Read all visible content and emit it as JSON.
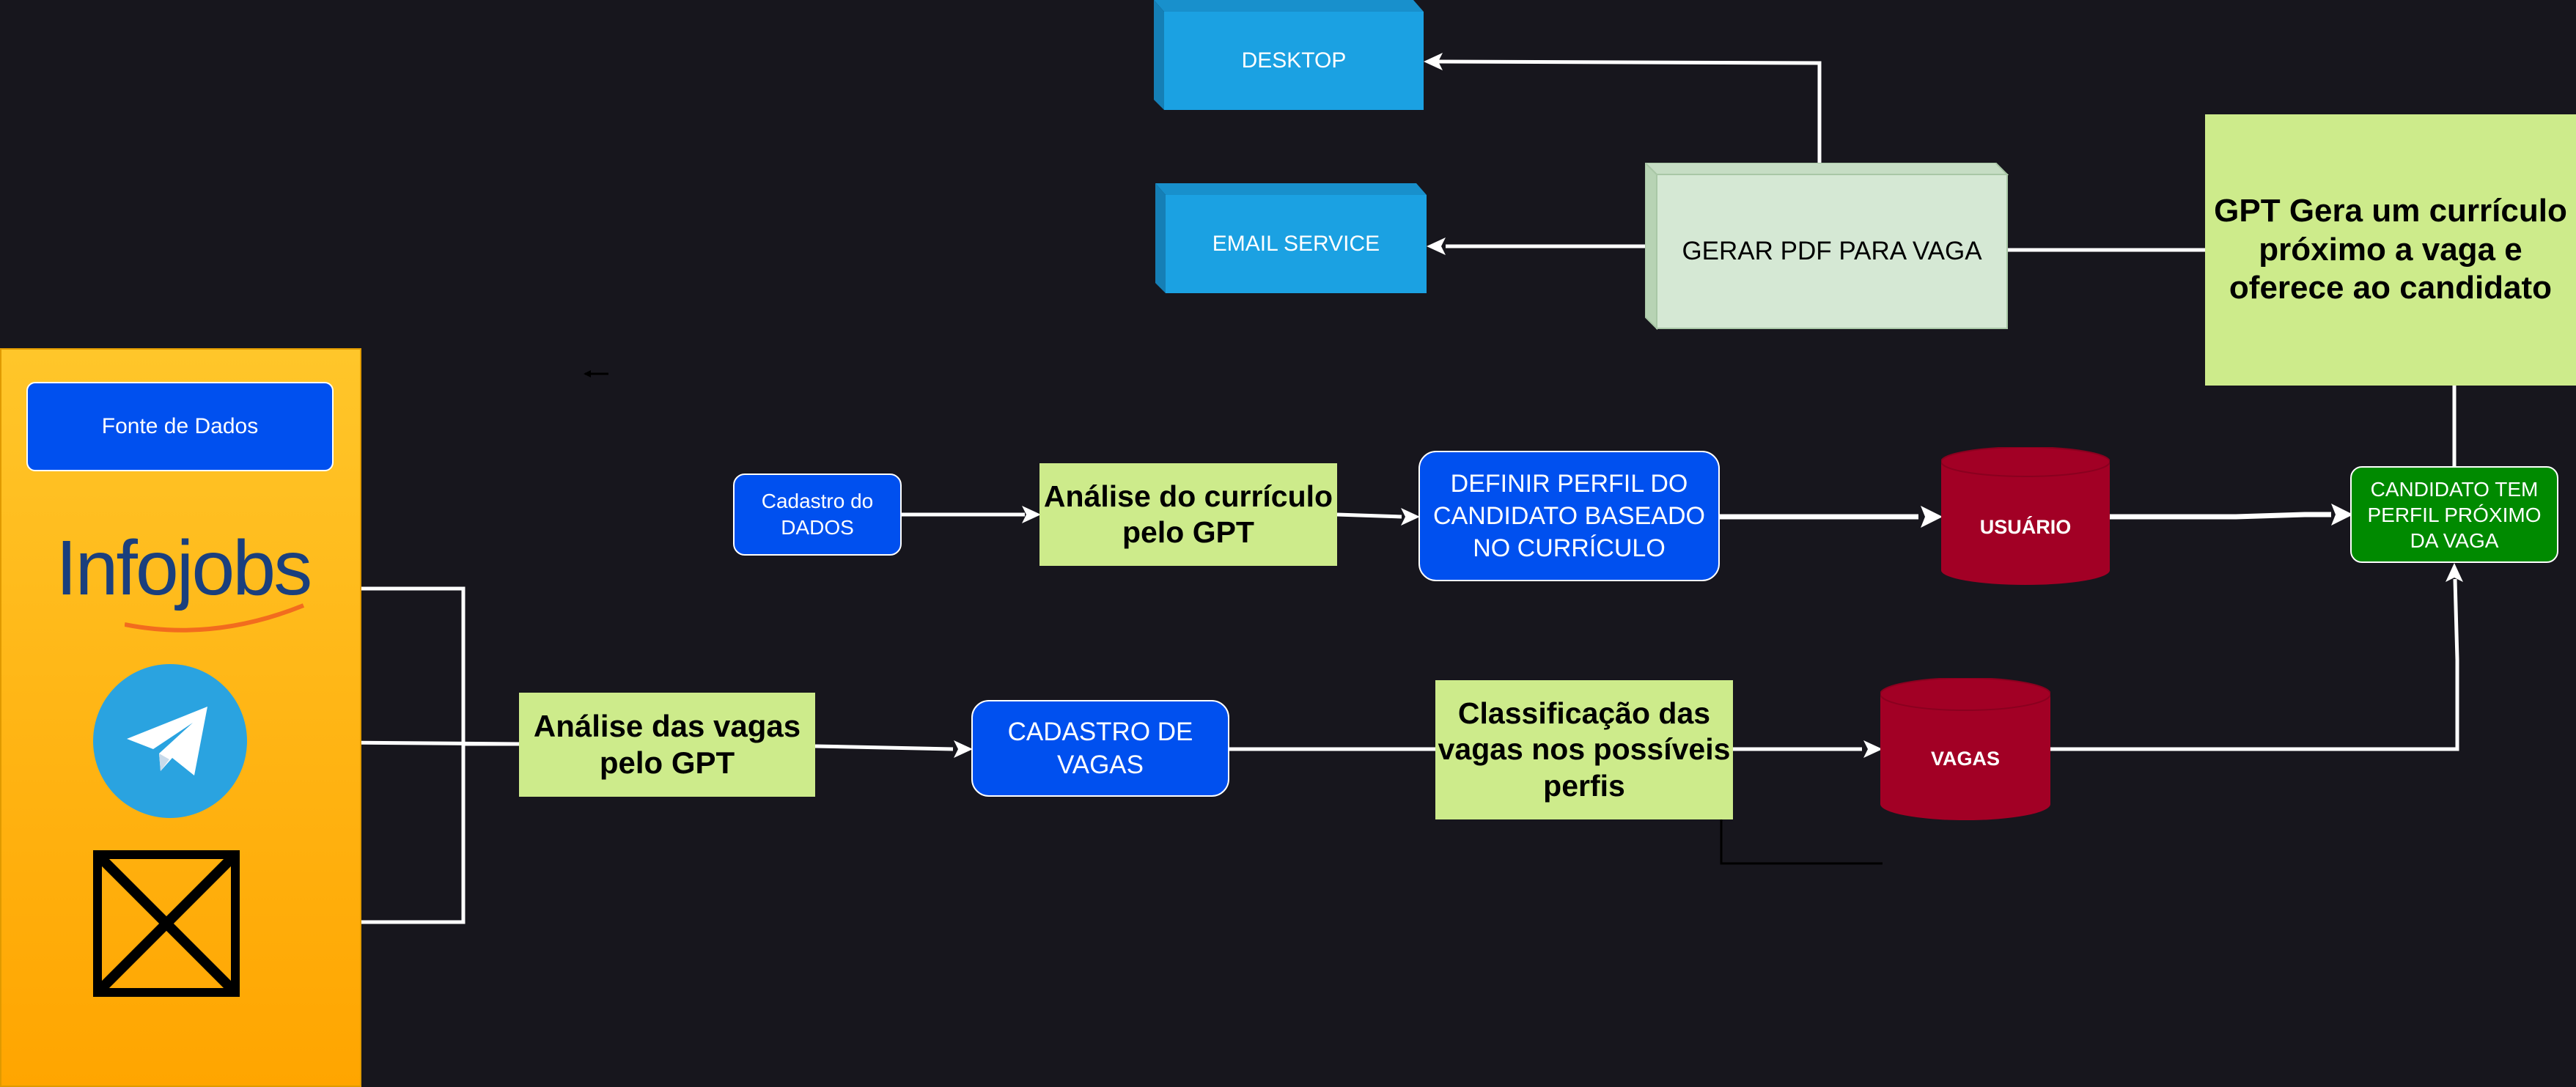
{
  "sidebar": {
    "label": "Fonte de Dados",
    "sources": [
      {
        "name": "Infojobs",
        "icon": "infojobs-logo"
      },
      {
        "icon": "telegram-icon"
      },
      {
        "icon": "missing-image-icon"
      }
    ]
  },
  "nodes": {
    "analise_vagas": "Análise das vagas pelo GPT",
    "cadastro_vagas": "CADASTRO DE VAGAS",
    "classificacao": "Classificação das vagas nos possíveis perfis",
    "vagas_db": "VAGAS",
    "cadastro_dados": "Cadastro do DADOS",
    "analise_curriculo": "Análise do currículo pelo GPT",
    "definir_perfil": "DEFINIR PERFIL DO CANDIDATO BASEADO NO CURRÍCULO",
    "usuario_db": "USUÁRIO",
    "candidato_perfil": "CANDIDATO TEM PERFIL PRÓXIMO DA VAGA",
    "gpt_gera": "GPT Gera um currículo próximo a vaga e oferece ao candidato",
    "gerar_pdf": "GERAR PDF PARA VAGA",
    "desktop": "DESKTOP",
    "email_service": "EMAIL SERVICE"
  },
  "colors": {
    "background": "#17161d",
    "sidebar_top": "#ffc62a",
    "sidebar_bottom": "#ffa500",
    "blue": "#0050ef",
    "light_green": "#cdeb8b",
    "dark_green": "#008a00",
    "cylinder": "#a20025",
    "teal": "#1ba1e2",
    "pale_green": "#d5e8d4",
    "telegram": "#2aa3e0",
    "infojobs": "#1a3f7d",
    "infojobs_swoosh": "#f26c1e"
  }
}
